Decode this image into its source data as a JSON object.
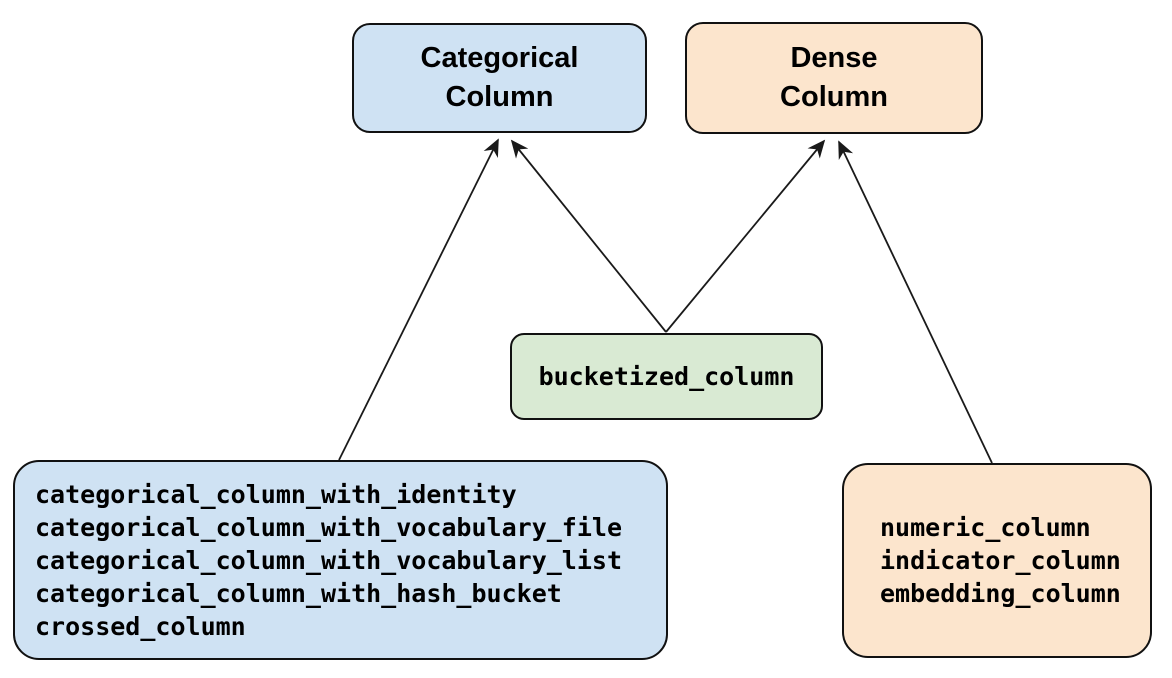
{
  "diagram": {
    "type": "hierarchy",
    "background": "#ffffff",
    "stroke_color": "#1a1a1a",
    "nodes": {
      "categorical_column": {
        "label": "Categorical\nColumn",
        "fill": "#cfe2f3",
        "role": "base-class"
      },
      "dense_column": {
        "label": "Dense\nColumn",
        "fill": "#fce5cd",
        "role": "base-class"
      },
      "bucketized_column": {
        "label": "bucketized_column",
        "fill": "#d9ead3",
        "role": "function"
      },
      "categorical_functions": {
        "lines": [
          "categorical_column_with_identity",
          "categorical_column_with_vocabulary_file",
          "categorical_column_with_vocabulary_list",
          "categorical_column_with_hash_bucket",
          "crossed_column"
        ],
        "fill": "#cfe2f3",
        "role": "function-list"
      },
      "dense_functions": {
        "lines": [
          "numeric_column",
          "indicator_column",
          "embedding_column"
        ],
        "fill": "#fce5cd",
        "role": "function-list"
      }
    },
    "edges": [
      {
        "from": "categorical_functions",
        "to": "categorical_column"
      },
      {
        "from": "bucketized_column",
        "to": "categorical_column"
      },
      {
        "from": "bucketized_column",
        "to": "dense_column"
      },
      {
        "from": "dense_functions",
        "to": "dense_column"
      }
    ]
  }
}
